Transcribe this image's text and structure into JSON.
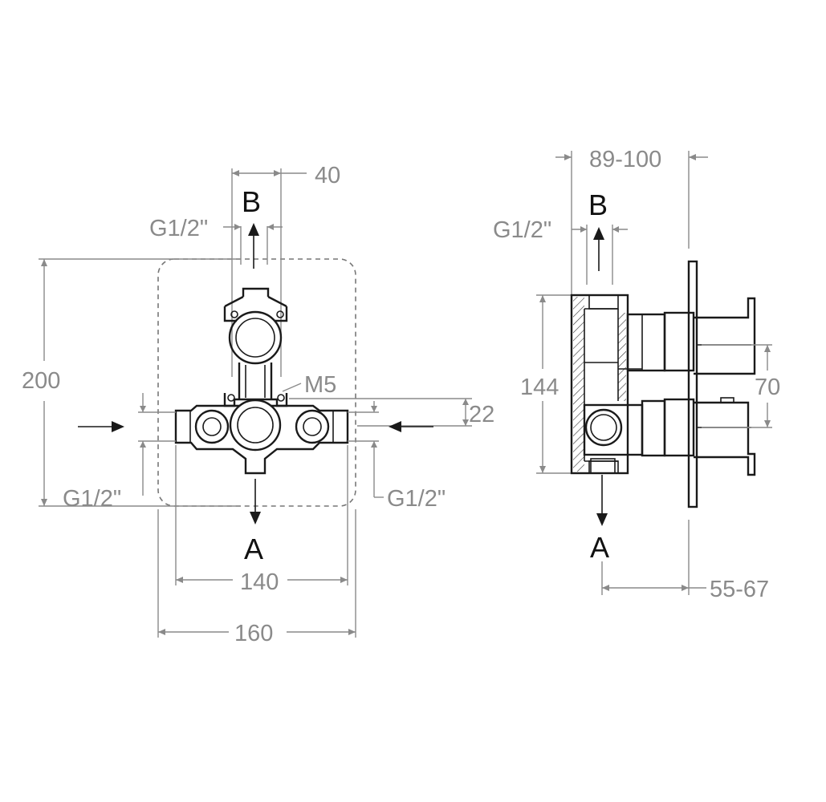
{
  "front_view": {
    "dim_top_width": "40",
    "flow_top": "B",
    "thread_top": "G1/2\"",
    "dim_height": "200",
    "screw": "M5",
    "dim_offset": "22",
    "thread_left": "G1/2\"",
    "thread_right": "G1/2\"",
    "flow_bottom": "A",
    "dim_inner_width": "140",
    "dim_outer_width": "160"
  },
  "side_view": {
    "dim_depth_range": "89-100",
    "flow_top": "B",
    "thread_top": "G1/2\"",
    "dim_height": "144",
    "dim_handle_spacing": "70",
    "flow_bottom": "A",
    "dim_projection_range": "55-67"
  }
}
